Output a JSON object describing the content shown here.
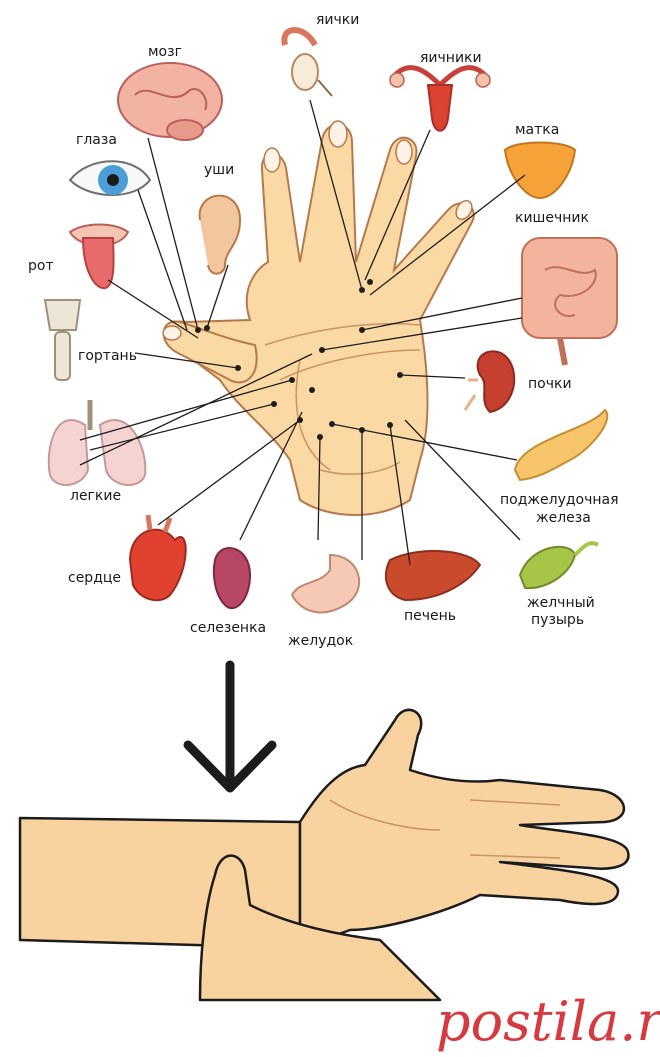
{
  "diagram": {
    "labels": [
      {
        "id": "brain",
        "text": "мозг"
      },
      {
        "id": "testicles",
        "text": "яички"
      },
      {
        "id": "ovaries",
        "text": "яичники"
      },
      {
        "id": "uterus",
        "text": "матка"
      },
      {
        "id": "eyes",
        "text": "глаза"
      },
      {
        "id": "ears",
        "text": "уши"
      },
      {
        "id": "intestine",
        "text": "кишечник"
      },
      {
        "id": "mouth",
        "text": "рот"
      },
      {
        "id": "larynx",
        "text": "гортань"
      },
      {
        "id": "kidneys",
        "text": "почки"
      },
      {
        "id": "lungs",
        "text": "легкие"
      },
      {
        "id": "pancreas_1",
        "text": "поджелудочная"
      },
      {
        "id": "pancreas_2",
        "text": "железа"
      },
      {
        "id": "heart",
        "text": "сердце"
      },
      {
        "id": "spleen",
        "text": "селезенка"
      },
      {
        "id": "stomach",
        "text": "желудок"
      },
      {
        "id": "liver",
        "text": "печень"
      },
      {
        "id": "gallbladder_1",
        "text": "желчный"
      },
      {
        "id": "gallbladder_2",
        "text": "пузырь"
      }
    ]
  },
  "watermark": {
    "text": "postila.ru"
  },
  "colors": {
    "skin": "#fbd9a5",
    "outline": "#1c1c1c",
    "organ_red": "#d9432f",
    "watermark": "#d63a3f"
  }
}
